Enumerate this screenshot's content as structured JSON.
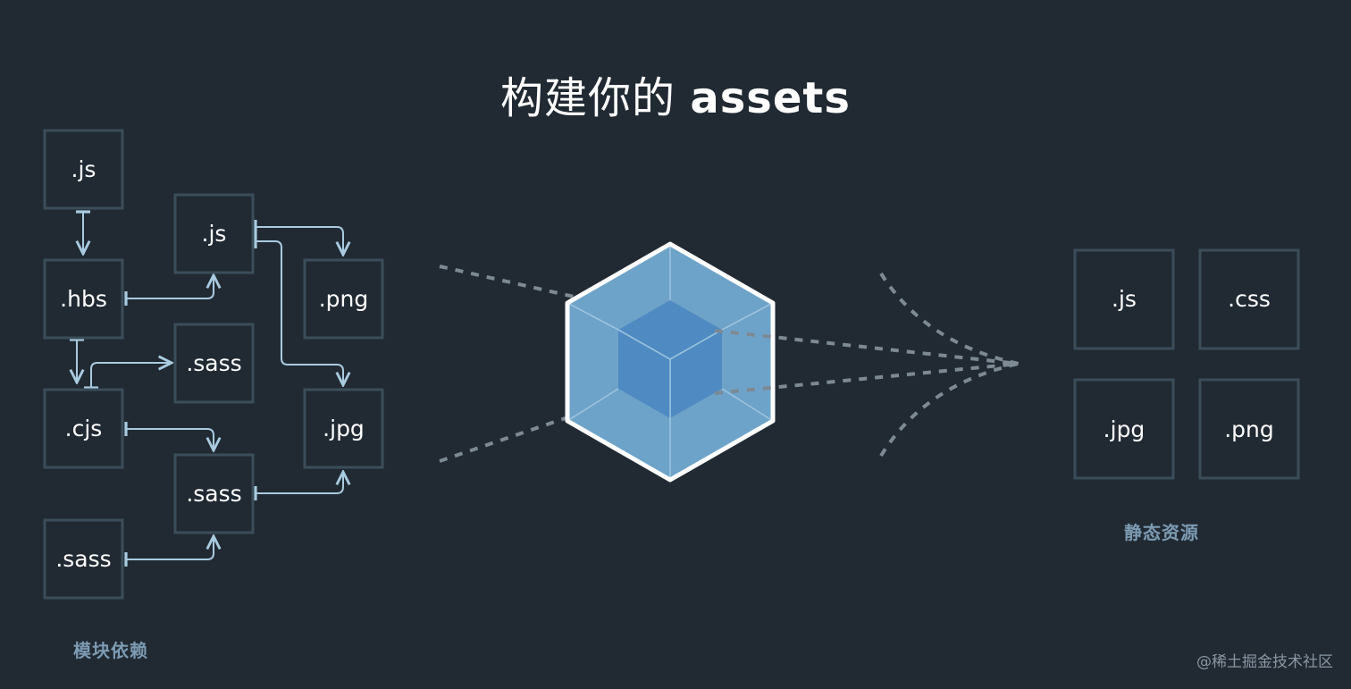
{
  "title_cn": "构建你的",
  "title_latin": "assets",
  "left_group_label": "模块依赖",
  "right_group_label": "静态资源",
  "watermark": "@稀土掘金技术社区",
  "colors": {
    "background": "#212a33",
    "node_border": "#3b4d5a",
    "arrow": "#a9cbe0",
    "dash": "#7d8a94",
    "cube_outer": "#6ea3c9",
    "cube_inner": "#4f8ac2",
    "cube_outline": "#ffffff",
    "group_label": "#7d9bb3"
  },
  "left_nodes": [
    {
      "id": "n1",
      "label": ".js"
    },
    {
      "id": "n2",
      "label": ".hbs"
    },
    {
      "id": "n3",
      "label": ".cjs"
    },
    {
      "id": "n4",
      "label": ".sass"
    },
    {
      "id": "n5",
      "label": ".js"
    },
    {
      "id": "n6",
      "label": ".sass"
    },
    {
      "id": "n7",
      "label": ".sass"
    },
    {
      "id": "n8",
      "label": ".png"
    },
    {
      "id": "n9",
      "label": ".jpg"
    }
  ],
  "right_nodes": [
    {
      "id": "o1",
      "label": ".js"
    },
    {
      "id": "o2",
      "label": ".css"
    },
    {
      "id": "o3",
      "label": ".jpg"
    },
    {
      "id": "o4",
      "label": ".png"
    }
  ]
}
